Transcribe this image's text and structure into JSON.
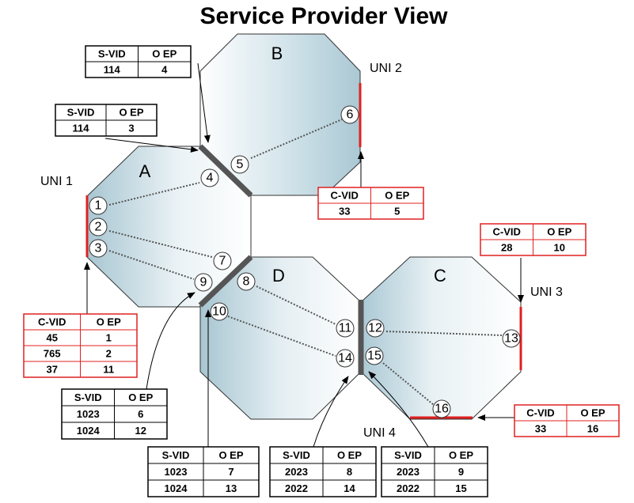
{
  "title": "Service Provider View",
  "domains": [
    {
      "label": "A"
    },
    {
      "label": "B"
    },
    {
      "label": "C"
    },
    {
      "label": "D"
    }
  ],
  "unis": [
    {
      "label": "UNI 1"
    },
    {
      "label": "UNI 2"
    },
    {
      "label": "UNI 3"
    },
    {
      "label": "UNI 4"
    }
  ],
  "endpoints": [
    "1",
    "2",
    "3",
    "4",
    "5",
    "6",
    "7",
    "8",
    "9",
    "10",
    "11",
    "12",
    "13",
    "14",
    "15",
    "16"
  ],
  "tables": [
    {
      "id": "b-svid",
      "border": "#000000",
      "head": [
        "S-VID",
        "O EP"
      ],
      "rows": [
        [
          "114",
          "4"
        ]
      ]
    },
    {
      "id": "a-svid",
      "border": "#000000",
      "head": [
        "S-VID",
        "O EP"
      ],
      "rows": [
        [
          "114",
          "3"
        ]
      ]
    },
    {
      "id": "uni2-cvid",
      "border": "#e02020",
      "head": [
        "C-VID",
        "O EP"
      ],
      "rows": [
        [
          "33",
          "5"
        ]
      ]
    },
    {
      "id": "uni3-cvid",
      "border": "#e02020",
      "head": [
        "C-VID",
        "O EP"
      ],
      "rows": [
        [
          "28",
          "10"
        ]
      ]
    },
    {
      "id": "uni1-cvid",
      "border": "#e02020",
      "head": [
        "C-VID",
        "O EP"
      ],
      "rows": [
        [
          "45",
          "1"
        ],
        [
          "765",
          "2"
        ],
        [
          "37",
          "11"
        ]
      ]
    },
    {
      "id": "ad-svid",
      "border": "#000000",
      "head": [
        "S-VID",
        "O EP"
      ],
      "rows": [
        [
          "1023",
          "6"
        ],
        [
          "1024",
          "12"
        ]
      ]
    },
    {
      "id": "uni4-cvid",
      "border": "#e02020",
      "head": [
        "C-VID",
        "O EP"
      ],
      "rows": [
        [
          "33",
          "16"
        ]
      ]
    },
    {
      "id": "da-svid",
      "border": "#000000",
      "head": [
        "S-VID",
        "O EP"
      ],
      "rows": [
        [
          "1023",
          "7"
        ],
        [
          "1024",
          "13"
        ]
      ]
    },
    {
      "id": "dc-svid",
      "border": "#000000",
      "head": [
        "S-VID",
        "O EP"
      ],
      "rows": [
        [
          "2023",
          "8"
        ],
        [
          "2022",
          "14"
        ]
      ]
    },
    {
      "id": "cd-svid",
      "border": "#000000",
      "head": [
        "S-VID",
        "O EP"
      ],
      "rows": [
        [
          "2023",
          "9"
        ],
        [
          "2022",
          "15"
        ]
      ]
    }
  ],
  "colors": {
    "uni": "#e02020",
    "nni": "#555555",
    "fill_light": "#ffffff",
    "fill_dark": "#aac8d4"
  }
}
